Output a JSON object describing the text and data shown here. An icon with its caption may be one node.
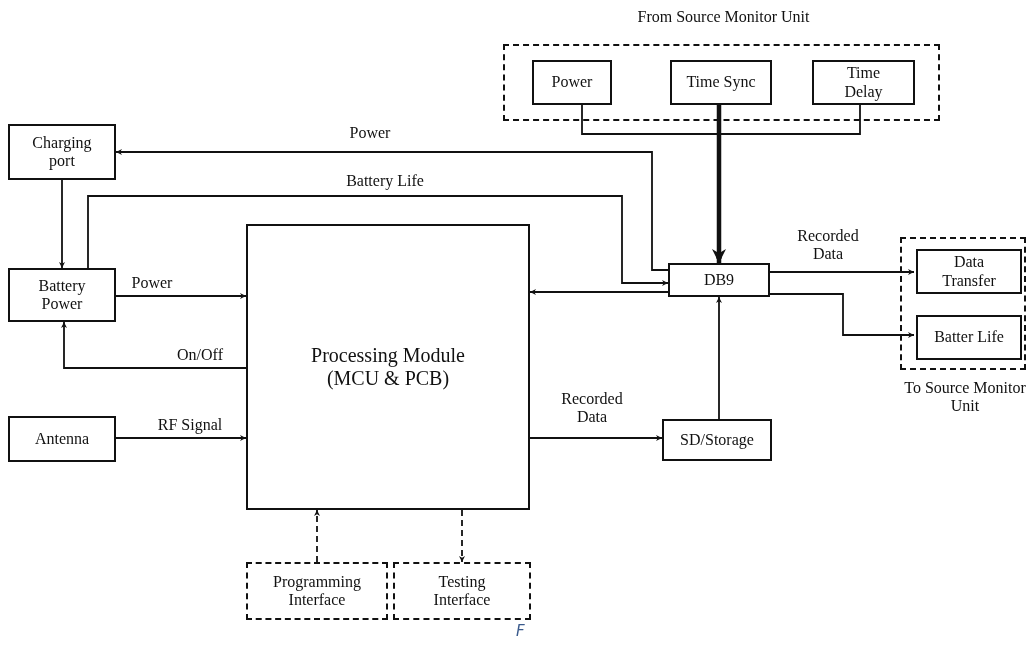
{
  "diagram": {
    "nodes": [
      {
        "text": [
          "From Source Monitor Unit"
        ]
      },
      {
        "text": [
          "Power"
        ],
        "in": 0
      },
      {
        "text": [
          "Time Sync"
        ],
        "in": 0
      },
      {
        "text": [
          "Time Delay"
        ],
        "in": 0
      },
      {
        "text": [
          "Charging port"
        ]
      },
      {
        "text": [
          "Battery Power"
        ]
      },
      {
        "text": [
          "Antenna"
        ]
      },
      {
        "text": [
          "Processing Module (MCU & PCB)"
        ]
      },
      {
        "text": [
          "DB9"
        ]
      },
      {
        "text": [
          "SD/Storage"
        ]
      },
      {
        "text": [
          "To Source Monitor Unit"
        ]
      },
      {
        "text": [
          "Data Transfer"
        ],
        "in": 10
      },
      {
        "text": [
          "Batter Life"
        ],
        "in": 10
      },
      {
        "text": [
          "Programming Interface"
        ]
      },
      {
        "text": [
          "Testing Interface"
        ]
      }
    ],
    "edges": [
      {
        "from": 8,
        "to": 4,
        "arrow": "to",
        "label": "Power"
      },
      {
        "from": 5,
        "to": 8,
        "arrow": "to",
        "label": "Battery Life"
      },
      {
        "from": 8,
        "to": 7,
        "arrow": "to"
      },
      {
        "from": 4,
        "to": 5,
        "arrow": "to"
      },
      {
        "from": 5,
        "to": 7,
        "arrow": "to",
        "label": "Power"
      },
      {
        "from": 7,
        "to": 5,
        "arrow": "to",
        "label": "On/Off"
      },
      {
        "from": 6,
        "to": 7,
        "arrow": "to",
        "label": "RF Signal"
      },
      {
        "from": 7,
        "to": 9,
        "arrow": "to",
        "label": "Recorded Data"
      },
      {
        "from": 9,
        "to": 8,
        "arrow": "to"
      },
      {
        "from": 1,
        "to": 8,
        "arrow": "to"
      },
      {
        "from": 2,
        "to": 8,
        "arrow": "to",
        "style": "thick"
      },
      {
        "from": 3,
        "to": 8,
        "arrow": "to"
      },
      {
        "from": 8,
        "to": 11,
        "arrow": "to",
        "label": "Recorded Data"
      },
      {
        "from": 8,
        "to": 12,
        "arrow": "to"
      },
      {
        "from": 13,
        "to": 7,
        "arrow": "to",
        "style": "dashed"
      },
      {
        "from": 7,
        "to": 14,
        "arrow": "to",
        "style": "dashed"
      }
    ],
    "labels": [
      "F"
    ]
  }
}
